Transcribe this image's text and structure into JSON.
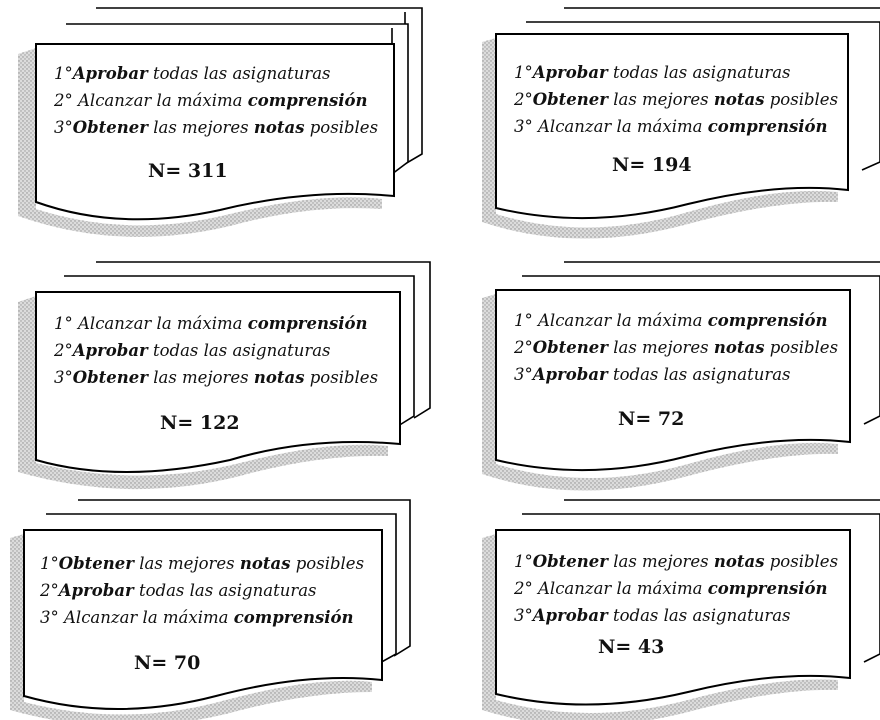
{
  "cards": [
    {
      "lines": [
        {
          "num": "1°",
          "parts": [
            [
              "Aprobar",
              true
            ],
            [
              " todas las asignaturas",
              false
            ]
          ]
        },
        {
          "num": "2°",
          "parts": [
            [
              " Alcanzar la máxima ",
              false
            ],
            [
              "comprensión",
              true
            ]
          ]
        },
        {
          "num": "3°",
          "parts": [
            [
              "Obtener",
              true
            ],
            [
              " las mejores ",
              false
            ],
            [
              "notas",
              true
            ],
            [
              " posibles",
              false
            ]
          ]
        }
      ],
      "count": "N= 311"
    },
    {
      "lines": [
        {
          "num": "1°",
          "parts": [
            [
              "Aprobar",
              true
            ],
            [
              " todas las asignaturas",
              false
            ]
          ]
        },
        {
          "num": "2°",
          "parts": [
            [
              "Obtener",
              true
            ],
            [
              " las mejores ",
              false
            ],
            [
              "notas",
              true
            ],
            [
              " posibles",
              false
            ]
          ]
        },
        {
          "num": "3°",
          "parts": [
            [
              " Alcanzar la máxima ",
              false
            ],
            [
              "comprensión",
              true
            ]
          ]
        }
      ],
      "count": "N= 194"
    },
    {
      "lines": [
        {
          "num": "1°",
          "parts": [
            [
              " Alcanzar la máxima ",
              false
            ],
            [
              "comprensión",
              true
            ]
          ]
        },
        {
          "num": "2°",
          "parts": [
            [
              "Aprobar",
              true
            ],
            [
              " todas las asignaturas",
              false
            ]
          ]
        },
        {
          "num": "3°",
          "parts": [
            [
              "Obtener",
              true
            ],
            [
              " las mejores ",
              false
            ],
            [
              "notas",
              true
            ],
            [
              " posibles",
              false
            ]
          ]
        }
      ],
      "count": "N= 122"
    },
    {
      "lines": [
        {
          "num": "1°",
          "parts": [
            [
              " Alcanzar la máxima ",
              false
            ],
            [
              "comprensión",
              true
            ]
          ]
        },
        {
          "num": "2°",
          "parts": [
            [
              "Obtener",
              true
            ],
            [
              " las mejores ",
              false
            ],
            [
              "notas",
              true
            ],
            [
              " posibles",
              false
            ]
          ]
        },
        {
          "num": "3°",
          "parts": [
            [
              "Aprobar",
              true
            ],
            [
              " todas las asignaturas",
              false
            ]
          ]
        }
      ],
      "count": "N= 72"
    },
    {
      "lines": [
        {
          "num": "1°",
          "parts": [
            [
              "Obtener",
              true
            ],
            [
              " las mejores ",
              false
            ],
            [
              "notas",
              true
            ],
            [
              " posibles",
              false
            ]
          ]
        },
        {
          "num": "2°",
          "parts": [
            [
              "Aprobar",
              true
            ],
            [
              " todas las asignaturas",
              false
            ]
          ]
        },
        {
          "num": "3°",
          "parts": [
            [
              " Alcanzar la máxima ",
              false
            ],
            [
              "comprensión",
              true
            ]
          ]
        }
      ],
      "count": "N= 70"
    },
    {
      "lines": [
        {
          "num": "1°",
          "parts": [
            [
              "Obtener",
              true
            ],
            [
              " las mejores ",
              false
            ],
            [
              "notas",
              true
            ],
            [
              " posibles",
              false
            ]
          ]
        },
        {
          "num": "2°",
          "parts": [
            [
              " Alcanzar la máxima ",
              false
            ],
            [
              "comprensión",
              true
            ]
          ]
        },
        {
          "num": "3°",
          "parts": [
            [
              "Aprobar",
              true
            ],
            [
              " todas las asignaturas",
              false
            ]
          ]
        }
      ],
      "count": "N= 43"
    }
  ]
}
